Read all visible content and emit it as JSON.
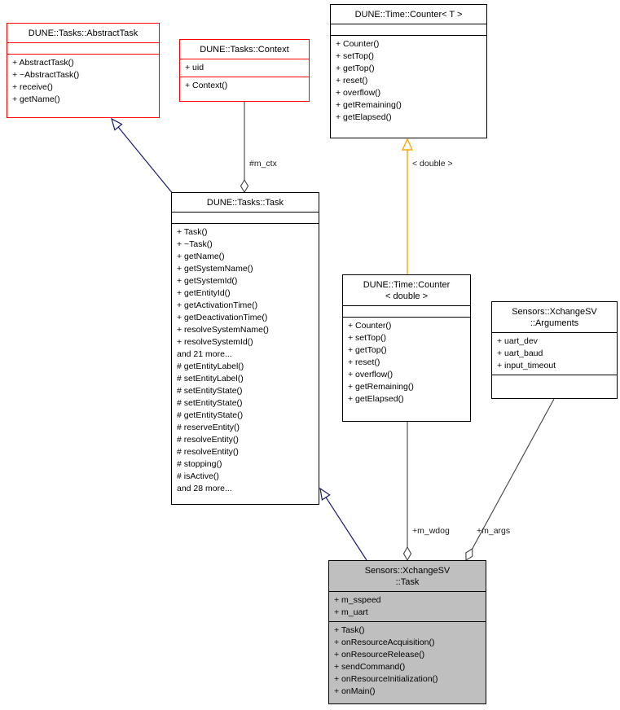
{
  "colors": {
    "inheritance_edge": "#191970",
    "template_edge": "#ffa500",
    "aggregation_edge": "#404040",
    "truncated_border": "#ff0000",
    "node_border": "#000000",
    "node_fill": "#ffffff",
    "current_node_fill": "#bfbfbf"
  },
  "classes": [
    {
      "name": "abstract-task",
      "title": "DUNE::Tasks::AbstractTask",
      "attributes": [],
      "methods": [
        "+ AbstractTask()",
        "+ ~AbstractTask()",
        "+ receive()",
        "+ getName()"
      ]
    },
    {
      "name": "context",
      "title": "DUNE::Tasks::Context",
      "attributes": [
        "+ uid"
      ],
      "methods": [
        "+ Context()"
      ]
    },
    {
      "name": "counter-t",
      "title": "DUNE::Time::Counter< T >",
      "attributes": [],
      "methods": [
        "+ Counter()",
        "+ setTop()",
        "+ getTop()",
        "+ reset()",
        "+ overflow()",
        "+ getRemaining()",
        "+ getElapsed()"
      ]
    },
    {
      "name": "task",
      "title": "DUNE::Tasks::Task",
      "attributes": [],
      "methods": [
        "+ Task()",
        "+ ~Task()",
        "+ getName()",
        "+ getSystemName()",
        "+ getSystemId()",
        "+ getEntityId()",
        "+ getActivationTime()",
        "+ getDeactivationTime()",
        "+ resolveSystemName()",
        "+ resolveSystemId()",
        "and 21 more...",
        "# getEntityLabel()",
        "# setEntityLabel()",
        "# setEntityState()",
        "# setEntityState()",
        "# getEntityState()",
        "# reserveEntity()",
        "# resolveEntity()",
        "# resolveEntity()",
        "# stopping()",
        "# isActive()",
        "and 28 more..."
      ]
    },
    {
      "name": "counter-double",
      "title": "DUNE::Time::Counter\n< double >",
      "attributes": [],
      "methods": [
        "+ Counter()",
        "+ setTop()",
        "+ getTop()",
        "+ reset()",
        "+ overflow()",
        "+ getRemaining()",
        "+ getElapsed()"
      ]
    },
    {
      "name": "arguments",
      "title": "Sensors::XchangeSV\n::Arguments",
      "attributes": [
        "+ uart_dev",
        "+ uart_baud",
        "+ input_timeout"
      ],
      "methods": []
    },
    {
      "name": "xchange-task",
      "title": "Sensors::XchangeSV\n::Task",
      "attributes": [
        "+ m_sspeed",
        "+ m_uart"
      ],
      "methods": [
        "+ Task()",
        "+ onResourceAcquisition()",
        "+ onResourceRelease()",
        "+ sendCommand()",
        "+ onResourceInitialization()",
        "+ onMain()"
      ]
    }
  ],
  "edge_labels": {
    "m_ctx": "#m_ctx",
    "template_args": "< double >",
    "m_wdog": "+m_wdog",
    "m_args": "+m_args"
  }
}
